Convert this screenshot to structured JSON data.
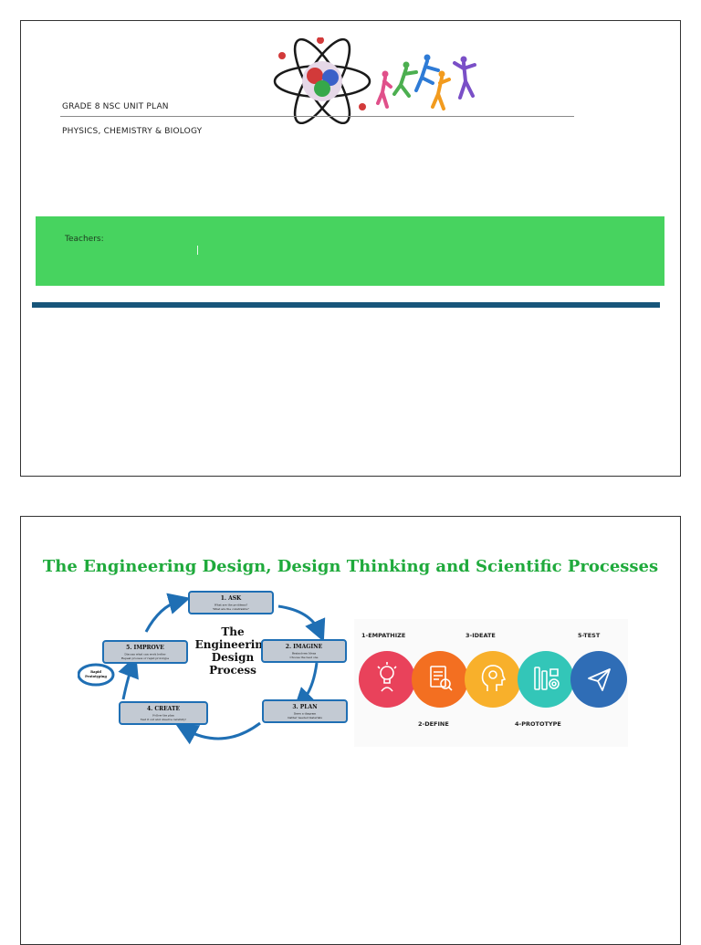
{
  "page1": {
    "title": "GRADE 8 NSC UNIT PLAN",
    "subtitle": "PHYSICS, CHEMISTRY & BIOLOGY",
    "teachers_label": "Teachers:",
    "colors": {
      "band": "#47d35f",
      "rule": "#17557a"
    },
    "logo_icons": [
      "atom-icon",
      "athletes-figures"
    ]
  },
  "page2": {
    "title": "The Engineering Design, Design Thinking and Scientific Processes",
    "edp": {
      "center_title_lines": [
        "The",
        "Engineering",
        "Design",
        "Process"
      ],
      "steps": [
        {
          "title": "1. ASK",
          "bullets": [
            "What are the problems?",
            "What are the constraints?"
          ]
        },
        {
          "title": "2. IMAGINE",
          "bullets": [
            "Brainstorm Ideas",
            "Choose the best one"
          ]
        },
        {
          "title": "3. PLAN",
          "bullets": [
            "Draw a diagram",
            "Gather needed materials"
          ]
        },
        {
          "title": "4. CREATE",
          "bullets": [
            "Follow the plan",
            "Test it out and observe carefully!"
          ]
        },
        {
          "title": "5. IMPROVE",
          "bullets": [
            "Discuss what can work better",
            "Repeat process or rapid prototype"
          ]
        }
      ],
      "side_loop_label": [
        "Rapid",
        "Prototyping"
      ]
    },
    "design_thinking": {
      "stages": [
        {
          "label": "1-EMPATHIZE",
          "color": "#e9425b",
          "icon": "lightbulb-person-icon"
        },
        {
          "label": "2-DEFINE",
          "color": "#f36f21",
          "icon": "document-search-icon"
        },
        {
          "label": "3-IDEATE",
          "color": "#f8b02b",
          "icon": "head-idea-icon"
        },
        {
          "label": "4-PROTOTYPE",
          "color": "#33c6b8",
          "icon": "tools-gear-icon"
        },
        {
          "label": "5-TEST",
          "color": "#2f6db6",
          "icon": "paper-plane-icon"
        }
      ]
    }
  }
}
